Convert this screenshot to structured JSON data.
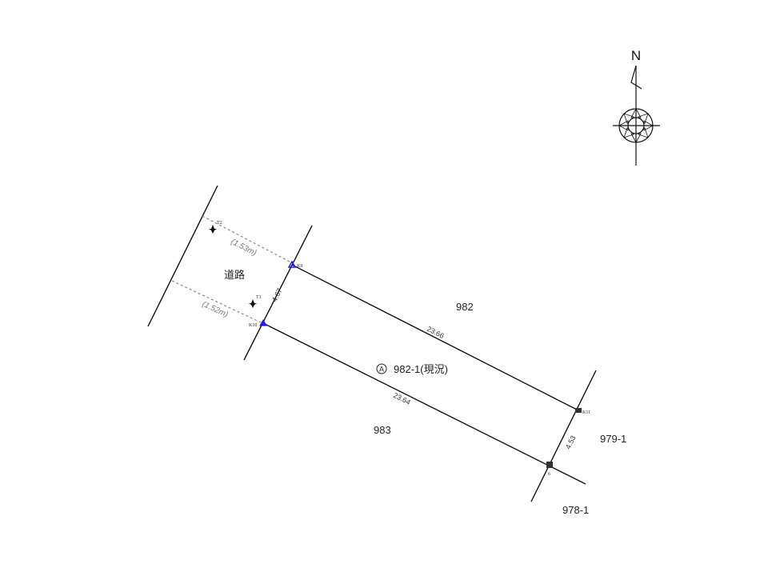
{
  "compass": {
    "north_label": "N"
  },
  "road": {
    "label": "道路"
  },
  "offsets": {
    "top": "(1.53m)",
    "bottom": "(1.52m)"
  },
  "points": {
    "k9": "K9",
    "k10": "K10",
    "k11": "K11",
    "p6": "6",
    "t1": "T1",
    "t2": "T2"
  },
  "distances": {
    "front": "4.67",
    "north_side": "23.66",
    "south_side": "23.64",
    "rear": "4.53"
  },
  "parcels": {
    "subject_mark": "A",
    "subject": "982-1(現況)",
    "north": "982",
    "south": "983",
    "east": "979-1",
    "southeast": "978-1"
  },
  "colors": {
    "line": "#111111",
    "control_point": "#1a1aff",
    "dashed": "#888888"
  }
}
